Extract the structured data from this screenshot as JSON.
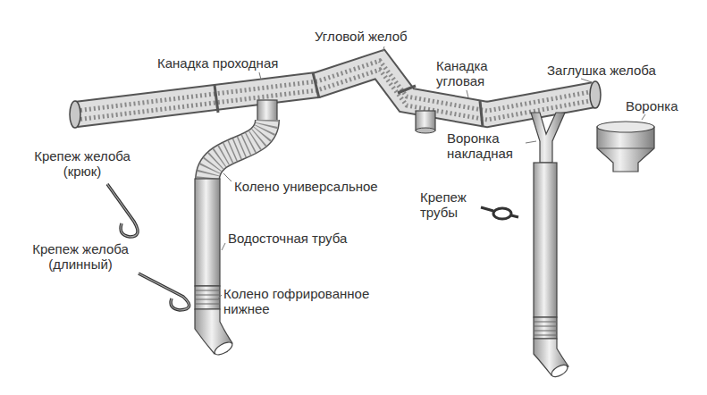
{
  "diagram": {
    "labels": [
      "Угловой желоб",
      "Канадка проходная",
      "Канадка угловая",
      "Заглушка желоба",
      "Воронка",
      "Крепеж желоба (крюк)",
      "Колено универсальное",
      "Воронка накладная",
      "Крепеж трубы",
      "Водосточная труба",
      "Крепеж желоба (длинный)",
      "Колено гофрированное нижнее"
    ]
  }
}
